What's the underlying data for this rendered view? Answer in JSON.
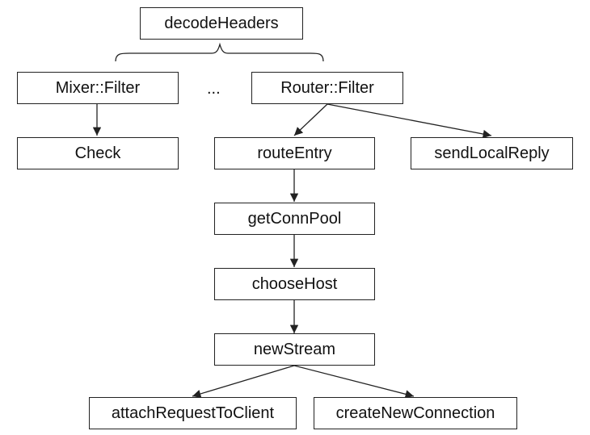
{
  "diagram": {
    "nodes": {
      "decodeHeaders": "decodeHeaders",
      "mixerFilter": "Mixer::Filter",
      "ellipsis": "...",
      "routerFilter": "Router::Filter",
      "check": "Check",
      "routeEntry": "routeEntry",
      "sendLocalReply": "sendLocalReply",
      "getConnPool": "getConnPool",
      "chooseHost": "chooseHost",
      "newStream": "newStream",
      "attachRequestToClient": "attachRequestToClient",
      "createNewConnection": "createNewConnection"
    },
    "edges": [
      {
        "from": "mixerFilter",
        "to": "check"
      },
      {
        "from": "routerFilter",
        "to": "routeEntry"
      },
      {
        "from": "routerFilter",
        "to": "sendLocalReply"
      },
      {
        "from": "routeEntry",
        "to": "getConnPool"
      },
      {
        "from": "getConnPool",
        "to": "chooseHost"
      },
      {
        "from": "chooseHost",
        "to": "newStream"
      },
      {
        "from": "newStream",
        "to": "attachRequestToClient"
      },
      {
        "from": "newStream",
        "to": "createNewConnection"
      }
    ],
    "groupings": [
      {
        "parent": "decodeHeaders",
        "children": [
          "mixerFilter",
          "ellipsis",
          "routerFilter"
        ]
      }
    ],
    "colors": {
      "line": "#222222",
      "box_border": "#222222",
      "text": "#111111"
    }
  }
}
